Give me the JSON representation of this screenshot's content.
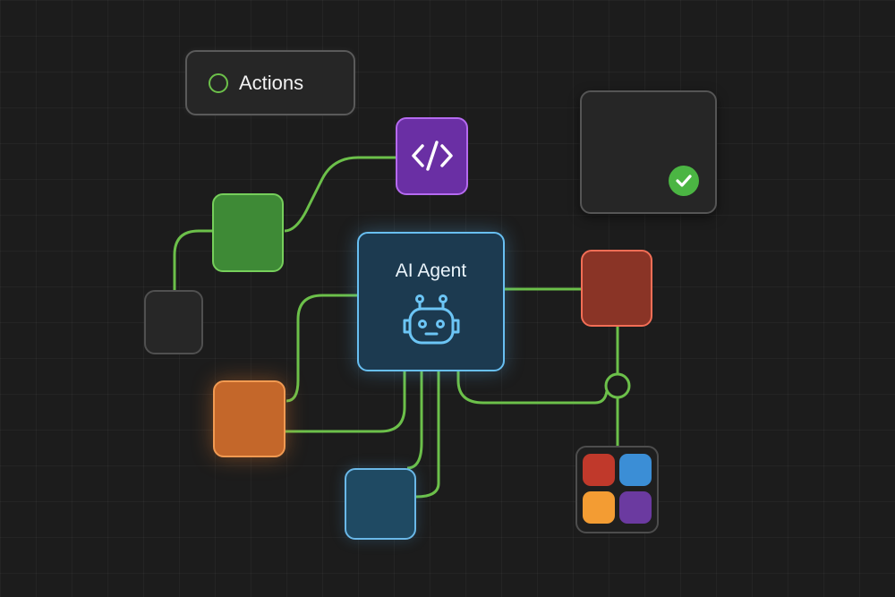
{
  "actions": {
    "label": "Actions",
    "status_icon": "circle-outline-icon"
  },
  "agent": {
    "title": "AI Agent",
    "icon": "robot-icon"
  },
  "code_node": {
    "icon": "code-brackets-icon"
  },
  "status_card": {
    "icon": "checkmark-icon"
  },
  "app_grid": {
    "tiles": [
      "red",
      "blue",
      "orange",
      "purple"
    ]
  },
  "colors": {
    "background": "#1c1c1c",
    "connector": "#6cc04a",
    "agent": "#68bff2",
    "code": "#6a2fa4",
    "green": "#3e8a36",
    "orange": "#c4672a",
    "red": "#8a3426",
    "blue": "#1f4a63",
    "check": "#4bb543",
    "tile_red": "#c0392b",
    "tile_blue": "#3b8ed6",
    "tile_orange": "#f39c33",
    "tile_purple": "#6b3aa0"
  }
}
